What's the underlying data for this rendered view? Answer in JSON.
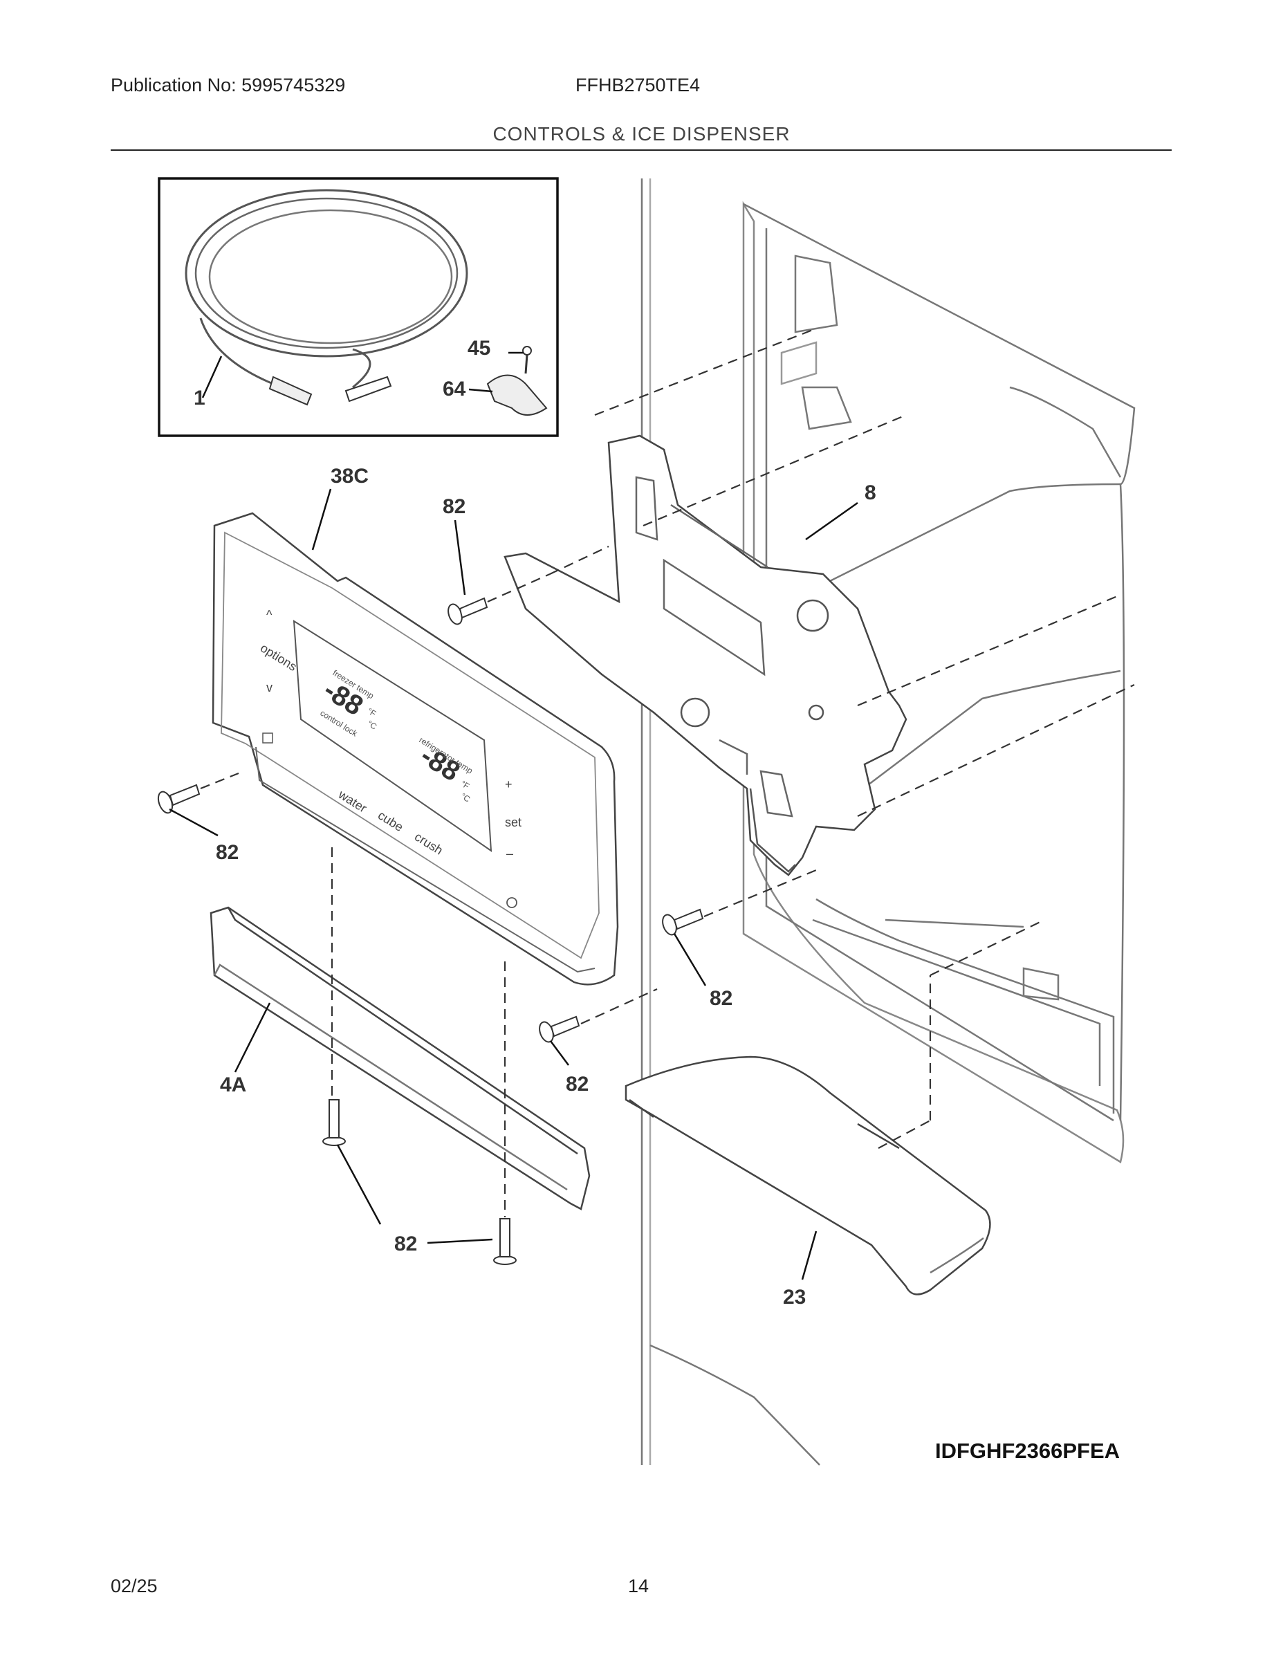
{
  "header": {
    "publication": "Publication No: 5995745329",
    "model": "FFHB2750TE4",
    "section_title": "CONTROLS & ICE DISPENSER"
  },
  "callouts": {
    "tube": "1",
    "screw_45": "45",
    "clamp_64": "64",
    "cover_38c": "38C",
    "screw_82_a": "82",
    "housing_8": "8",
    "screw_82_b": "82",
    "screw_82_c": "82",
    "screw_82_d": "82",
    "trim_4a": "4A",
    "screw_82_e": "82",
    "drip_tray_23": "23"
  },
  "panel": {
    "up": "^",
    "options": "options",
    "down": "v",
    "water": "water",
    "cube": "cube",
    "crush": "crush",
    "plus": "+",
    "set": "set",
    "minus": "–",
    "freezer_digits": "-88",
    "fridge_digits": "-88",
    "freezer_label": "freezer temp",
    "fridge_label": "refrigerator temp",
    "control_lock": "control lock",
    "deg_f": "°F",
    "deg_c": "°C"
  },
  "diagram_id": "IDFGHF2366PFEA",
  "footer": {
    "date": "02/25",
    "page": "14"
  }
}
